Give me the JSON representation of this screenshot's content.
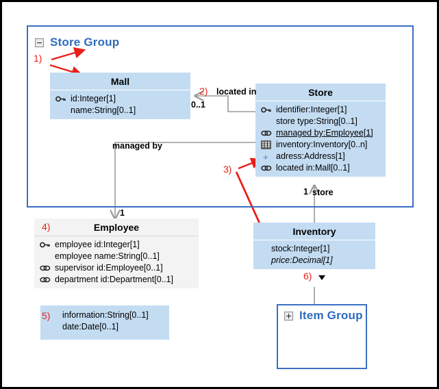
{
  "diagram": {
    "type": "uml-class-diagram",
    "colors": {
      "class_blue": "#c3dcf2",
      "class_gray": "#f3f3f3",
      "package_border": "#3a6fc4",
      "package_title": "#2e6bbf",
      "annotation_red": "#e8201a",
      "connector_gray": "#9a9a9a"
    },
    "package": {
      "name": "Store Group",
      "expander_icon": "minus-box-icon",
      "expanded": true
    },
    "classes": [
      {
        "name": "Mall",
        "style": "blue",
        "attributes": [
          {
            "icon": "key-icon",
            "text": "id:Integer[1]",
            "italic": false,
            "underline": false
          },
          {
            "icon": "none",
            "text": "name:String[0..1]",
            "italic": false,
            "underline": false
          }
        ]
      },
      {
        "name": "Store",
        "style": "blue",
        "attributes": [
          {
            "icon": "key-icon",
            "text": "identifier:Integer[1]",
            "italic": false,
            "underline": false
          },
          {
            "icon": "none",
            "text": "store type:String[0..1]",
            "italic": false,
            "underline": false
          },
          {
            "icon": "link-icon",
            "text": "managed by:Employee[1]",
            "italic": false,
            "underline": true
          },
          {
            "icon": "grid-icon",
            "text": "inventory:Inventory[0..n]",
            "italic": false,
            "underline": false
          },
          {
            "icon": "plus-icon",
            "text": "adress:Address[1]",
            "italic": false,
            "underline": false
          },
          {
            "icon": "link-icon",
            "text": "located in:Mall[0..1]",
            "italic": false,
            "underline": false
          }
        ]
      },
      {
        "name": "Employee",
        "style": "gray",
        "attributes": [
          {
            "icon": "key-icon",
            "text": "employee id:Integer[1]",
            "italic": false,
            "underline": false
          },
          {
            "icon": "none",
            "text": "employee name:String[0..1]",
            "italic": false,
            "underline": false
          },
          {
            "icon": "link-icon",
            "text": "supervisor id:Employee[0..1]",
            "italic": false,
            "underline": false
          },
          {
            "icon": "link-icon",
            "text": "department id:Department[0..1]",
            "italic": false,
            "underline": false
          }
        ]
      },
      {
        "name": "Inventory",
        "style": "blue",
        "attributes": [
          {
            "icon": "none",
            "text": "stock:Integer[1]",
            "italic": false,
            "underline": false
          },
          {
            "icon": "none",
            "text": "price:Decimal[1]",
            "italic": true,
            "underline": false
          }
        ]
      }
    ],
    "collapsed_package": {
      "name": "Item Group",
      "expander_icon": "plus-box-icon",
      "expanded": false
    },
    "note": {
      "lines": [
        "information:String[0..1]",
        "date:Date[0..1]"
      ]
    },
    "connector_labels": [
      {
        "id": "located-in",
        "text": "located in"
      },
      {
        "id": "located-in-mult",
        "text": "0..1"
      },
      {
        "id": "managed-by",
        "text": "managed by"
      },
      {
        "id": "employee-mult",
        "text": "1"
      },
      {
        "id": "store-mult",
        "text": "1"
      },
      {
        "id": "store-role",
        "text": "store"
      }
    ],
    "annotations": [
      {
        "id": "1",
        "label": "1)"
      },
      {
        "id": "2",
        "label": "2)"
      },
      {
        "id": "3",
        "label": "3)"
      },
      {
        "id": "4",
        "label": "4)"
      },
      {
        "id": "5",
        "label": "5)"
      },
      {
        "id": "6",
        "label": "6)",
        "marker": "triangle-down-icon"
      }
    ]
  }
}
